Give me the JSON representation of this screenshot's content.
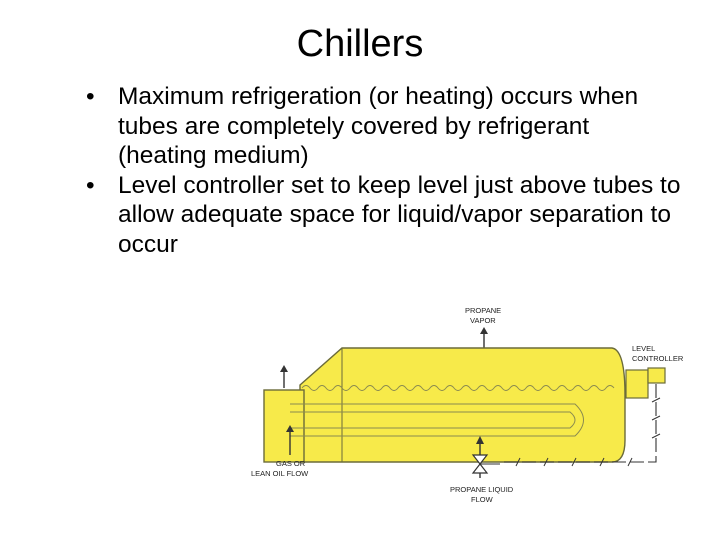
{
  "slide": {
    "title": "Chillers",
    "bullets": [
      "Maximum refrigeration (or heating) occurs when tubes are completely covered by refrigerant (heating medium)",
      "Level controller set to keep level just above tubes to allow adequate space for liquid/vapor separation to occur"
    ],
    "bullet_glyph": "•"
  },
  "diagram": {
    "labels": {
      "propane_vapor_1": "PROPANE",
      "propane_vapor_2": "VAPOR",
      "level_controller_1": "LEVEL",
      "level_controller_2": "CONTROLLER",
      "gas_flow_1": "GAS OR",
      "gas_flow_2": "LEAN OIL FLOW",
      "propane_liquid_1": "PROPANE LIQUID",
      "propane_liquid_2": "FLOW"
    },
    "colors": {
      "vessel_fill": "#f7ea4a",
      "vessel_outline": "#6b6b3a",
      "line": "#333333"
    }
  }
}
